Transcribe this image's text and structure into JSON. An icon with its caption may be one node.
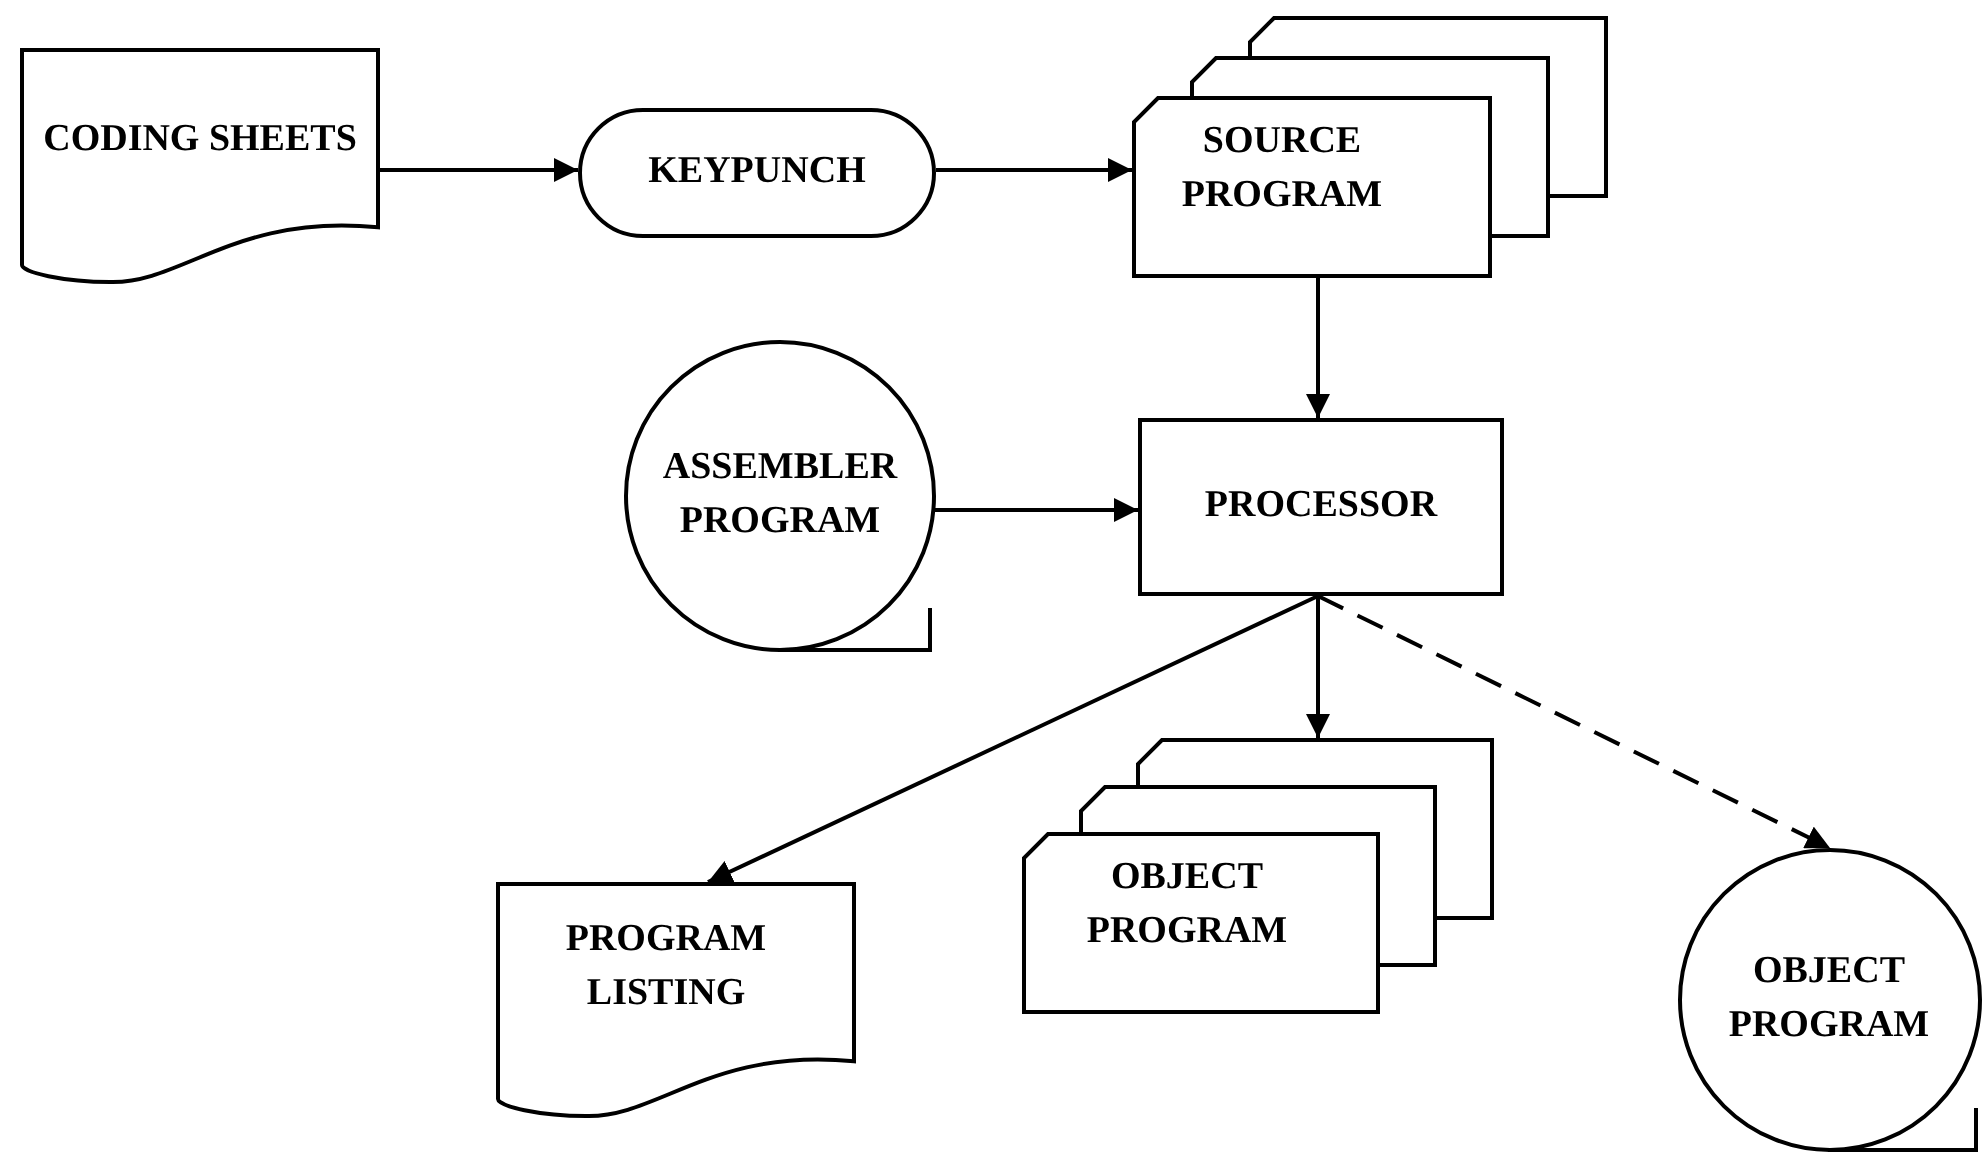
{
  "diagram": {
    "nodes": [
      {
        "text": [
          "CODING SHEETS"
        ]
      },
      {
        "text": [
          "KEYPUNCH"
        ]
      },
      {
        "text": [
          "SOURCE PROGRAM"
        ]
      },
      {
        "text": [
          "ASSEMBLER PROGRAM"
        ]
      },
      {
        "text": [
          "PROCESSOR"
        ]
      },
      {
        "text": [
          "PROGRAM LISTING"
        ]
      },
      {
        "text": [
          "OBJECT PROGRAM"
        ]
      },
      {
        "text": [
          "OBJECT PROGRAM"
        ]
      }
    ],
    "edges": [
      {
        "from": 0,
        "to": 1,
        "arrow": "to"
      },
      {
        "from": 1,
        "to": 2,
        "arrow": "to"
      },
      {
        "from": 2,
        "to": 4,
        "arrow": "to"
      },
      {
        "from": 3,
        "to": 4,
        "arrow": "to"
      },
      {
        "from": 4,
        "to": 5,
        "arrow": "to"
      },
      {
        "from": 4,
        "to": 6,
        "arrow": "to"
      },
      {
        "from": 4,
        "to": 7,
        "arrow": "to",
        "style": "dashed"
      }
    ]
  }
}
